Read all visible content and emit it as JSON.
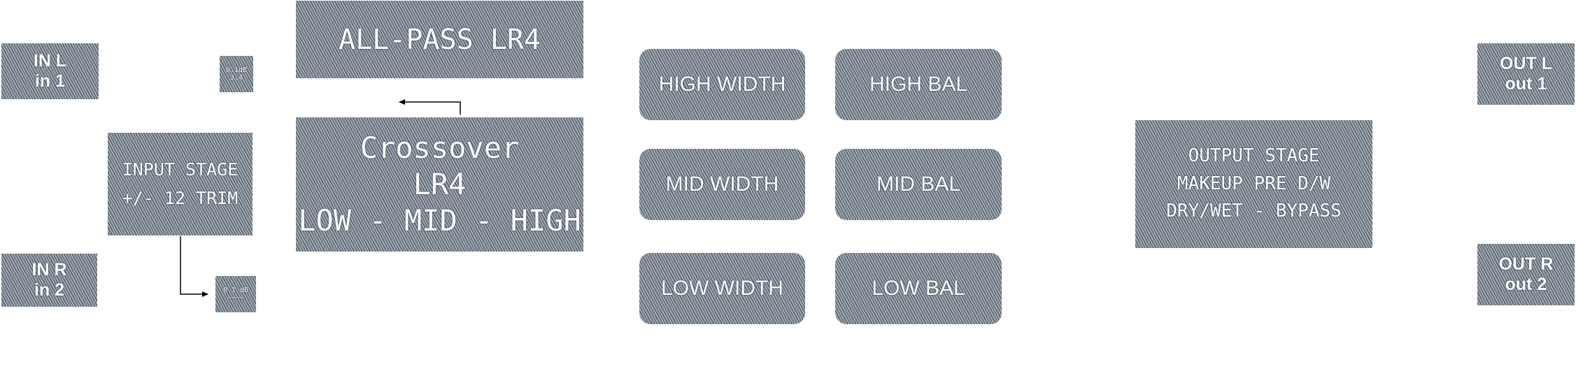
{
  "nodes": {
    "in_l": [
      "IN L",
      "in 1"
    ],
    "in_r": [
      "IN R",
      "in 2"
    ],
    "small_top": [
      "0.1dB",
      "3.4"
    ],
    "small_bottom": [
      "0.1 dB",
      "~~~~"
    ],
    "input_stage": [
      "INPUT STAGE",
      "+/- 12 TRIM"
    ],
    "allpass": [
      "ALL-PASS LR4"
    ],
    "crossover": [
      "Crossover",
      "LR4",
      "LOW - MID - HIGH"
    ],
    "high_width": [
      "HIGH WIDTH"
    ],
    "high_bal": [
      "HIGH BAL"
    ],
    "mid_width": [
      "MID WIDTH"
    ],
    "mid_bal": [
      "MID BAL"
    ],
    "low_width": [
      "LOW WIDTH"
    ],
    "low_bal": [
      "LOW BAL"
    ],
    "output_stage": [
      "OUTPUT STAGE",
      "MAKEUP PRE D/W",
      "DRY/WET - BYPASS"
    ],
    "out_l": [
      "OUT L",
      "out 1"
    ],
    "out_r": [
      "OUT R",
      "out 2"
    ]
  },
  "colors": {
    "fill": "#6b7682",
    "text": "#ffffff",
    "edge": "#000000"
  }
}
